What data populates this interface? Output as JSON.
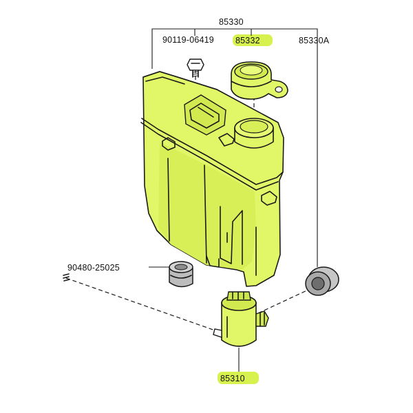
{
  "parts": {
    "assembly": "85330",
    "bolt": "90119-06419",
    "cap": "85332",
    "grommet_right": "85330A",
    "grommet_left": "90480-25025",
    "pump": "85310"
  },
  "colors": {
    "part_fill": "#e2f767",
    "part_fill_dark": "#cde84c",
    "highlight": "#d7f24e",
    "outline": "#1a1a1a",
    "grommet_fill": "#bdbdbd"
  },
  "icons": {
    "tank": "washer-reservoir-icon",
    "cap": "reservoir-cap-icon",
    "bolt": "bolt-icon",
    "pump": "washer-pump-icon",
    "grommet": "grommet-icon"
  }
}
